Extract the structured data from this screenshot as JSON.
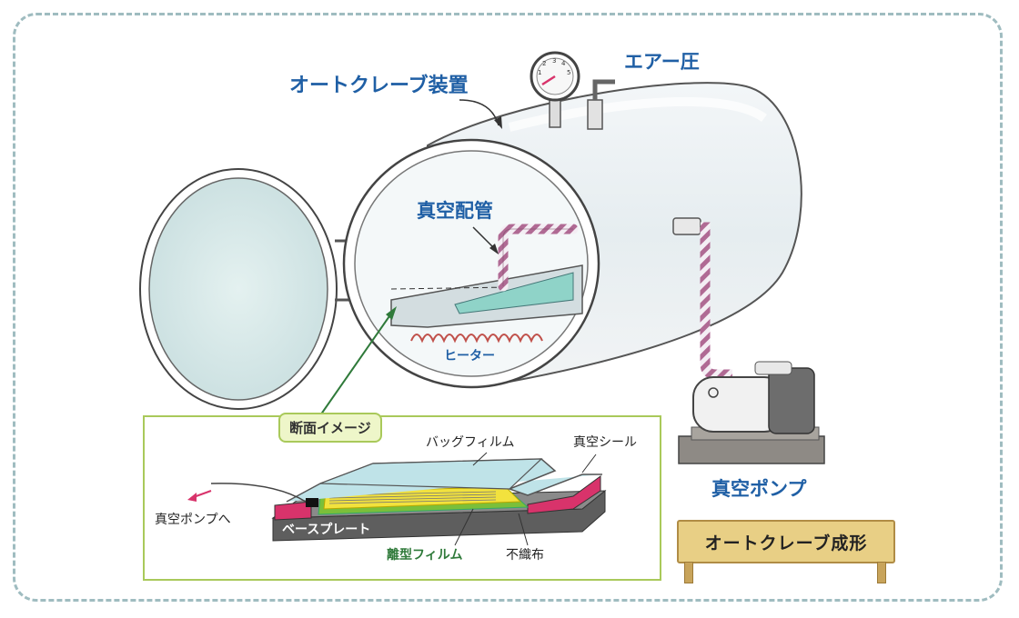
{
  "labels": {
    "autoclave_device": "オートクレーブ装置",
    "air_pressure": "エアー圧",
    "vacuum_piping": "真空配管",
    "heater": "ヒーター",
    "vacuum_pump": "真空ポンプ",
    "cross_section_image": "断面イメージ",
    "bag_film": "バッグフィルム",
    "vacuum_seal": "真空シール",
    "to_vacuum_pump": "真空ポンプへ",
    "base_plate": "ベースプレート",
    "release_film": "離型フィルム",
    "nonwoven_fabric": "不織布",
    "sign_title": "オートクレーブ成形"
  },
  "gauge": {
    "ticks": [
      "1",
      "2",
      "3",
      "4",
      "5"
    ]
  },
  "colors": {
    "label_blue": "#1f5fa5",
    "label_green": "#2f7a3a",
    "frame_dash": "#9fbcc0",
    "seal_pink": "#d8336b",
    "bag_film": "#bfe3e8",
    "release_film_green": "#7bbf3a",
    "breather_yellow": "#f2e23d",
    "base_plate_gray": "#6b6b6b",
    "sign_wood": "#e8cf85"
  }
}
